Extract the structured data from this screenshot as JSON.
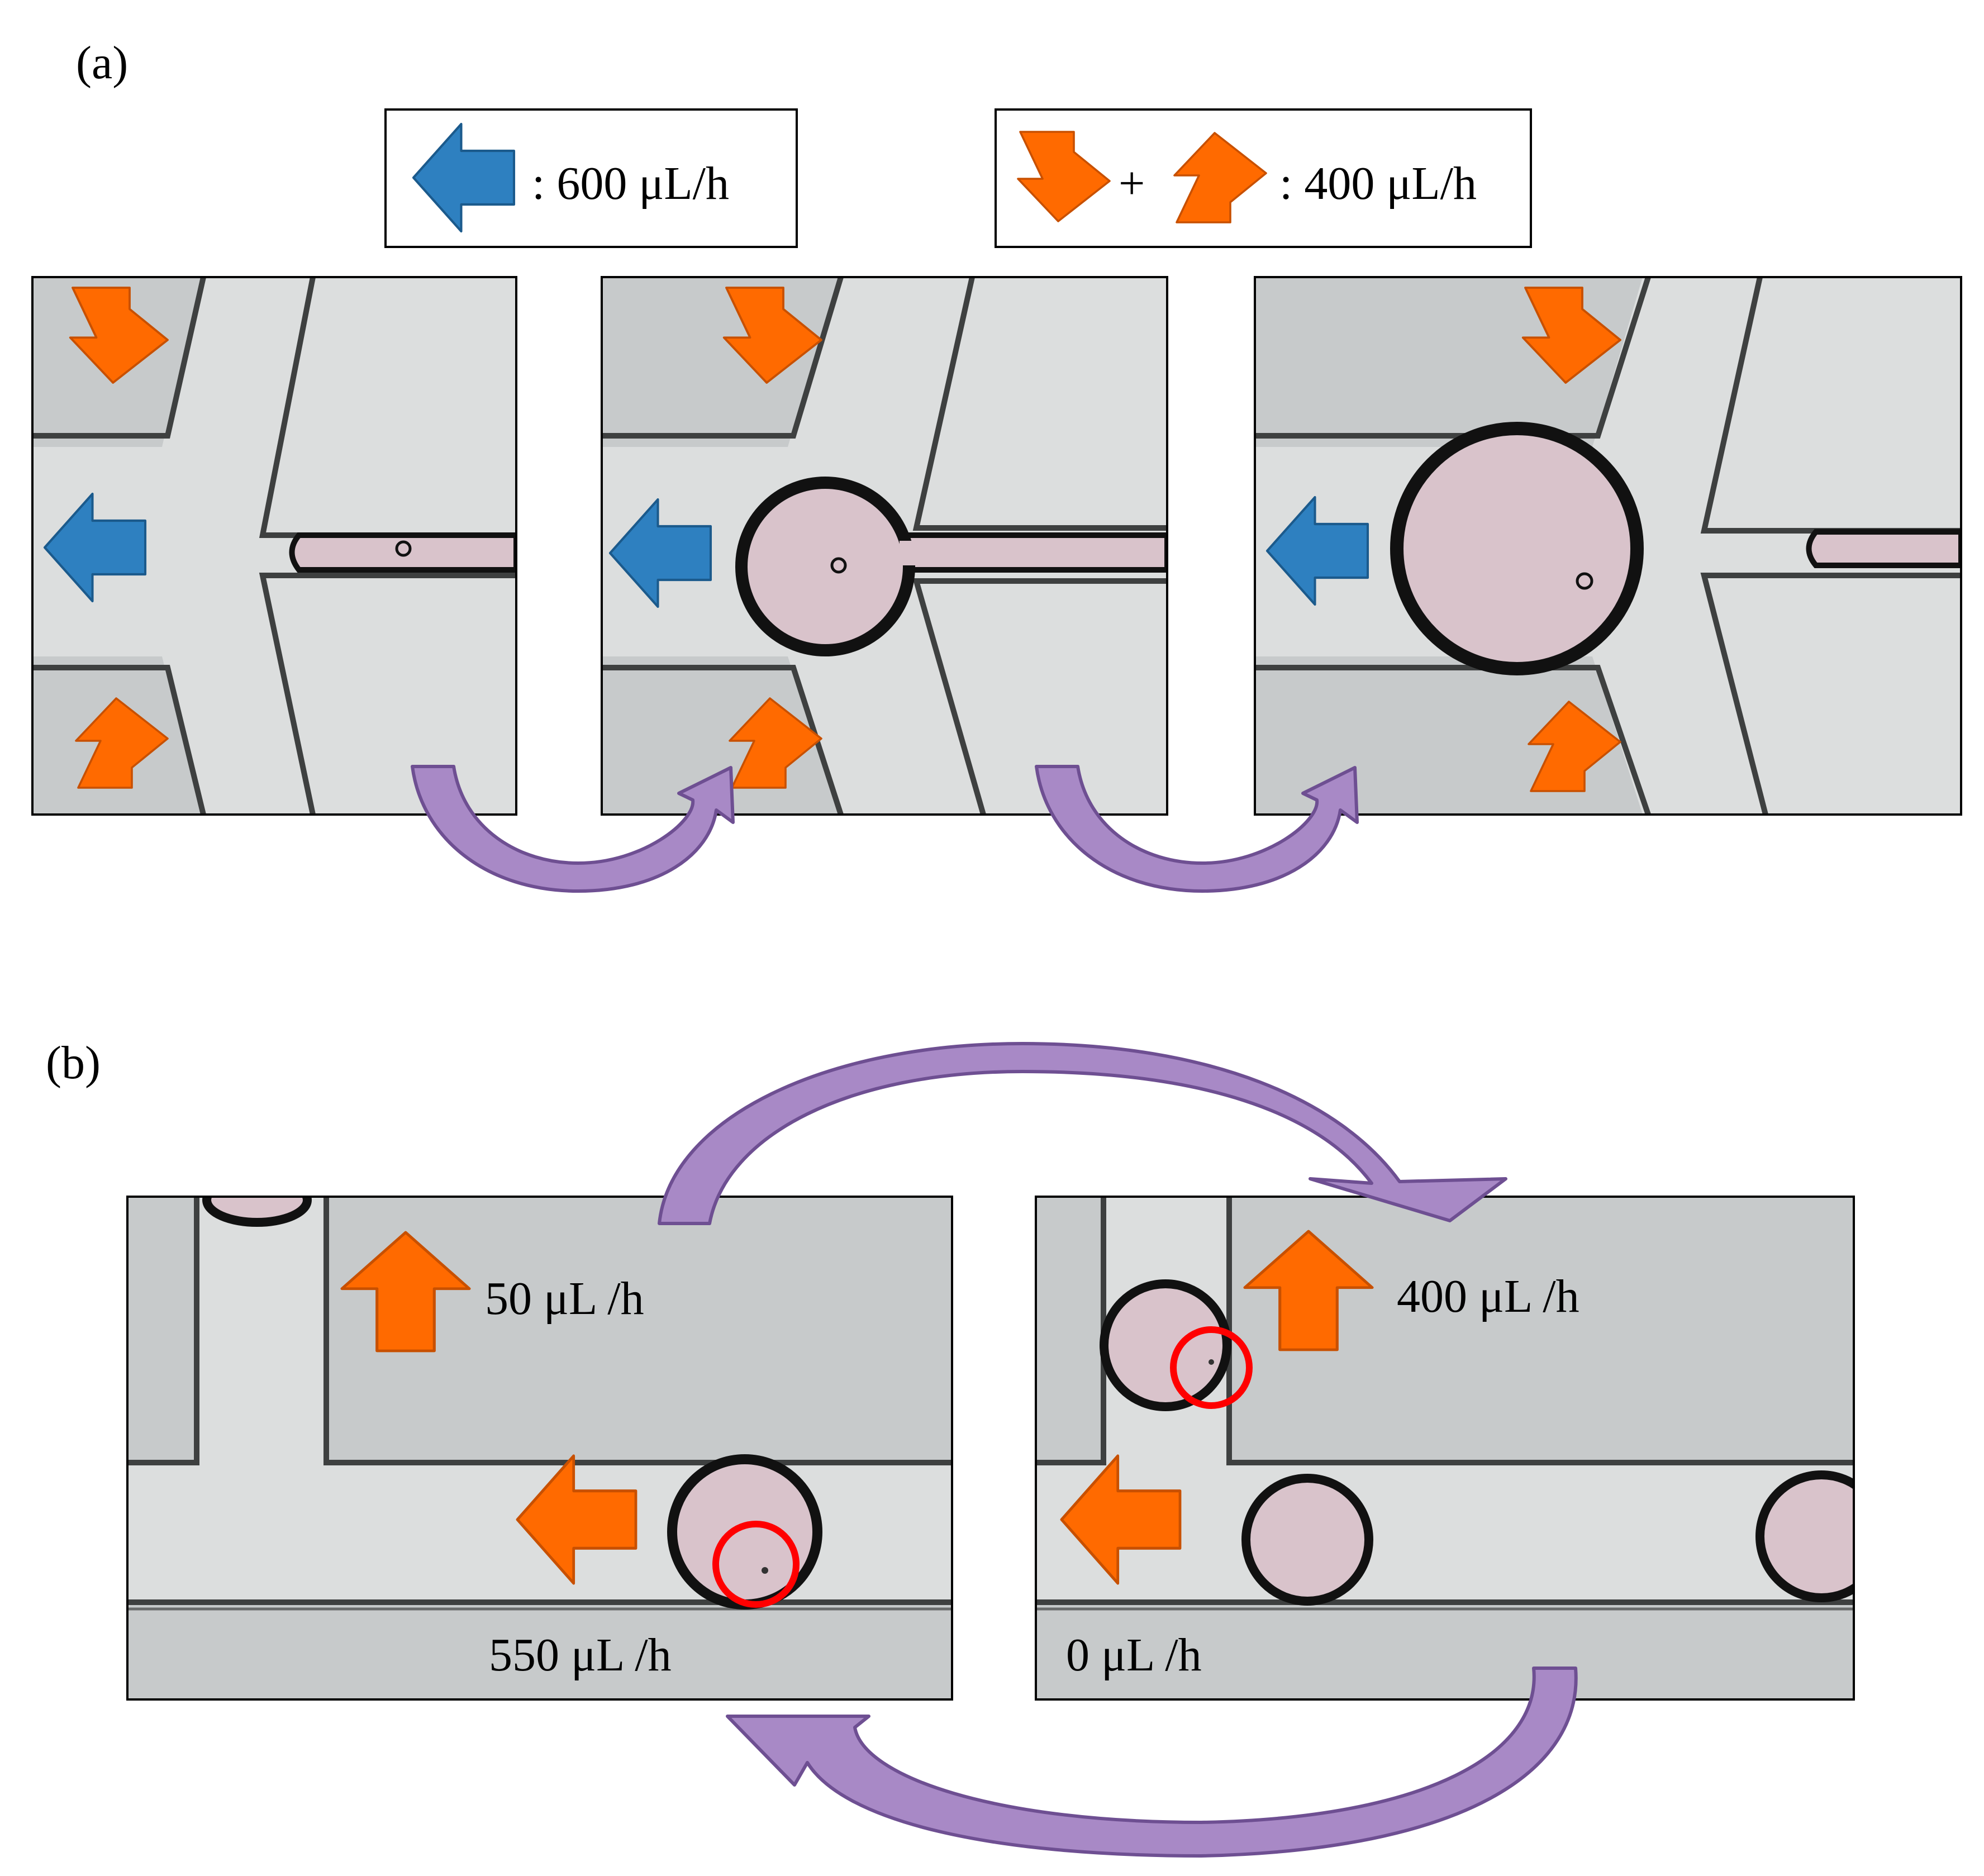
{
  "panel_a": {
    "label": "(a)",
    "legend_blue_text": ": 600 μL/h",
    "legend_orange_text": ": 400 μL/h",
    "legend_plus": "+"
  },
  "panel_b": {
    "label": "(b)",
    "left_top_flow": "50 μL /h",
    "left_bottom_flow": "550 μL /h",
    "right_top_flow": "400 μL /h",
    "right_bottom_flow": "0 μL /h"
  },
  "colors": {
    "orange_arrow": "#FF6A00",
    "orange_stroke": "#C85000",
    "blue_arrow": "#2E80C0",
    "blue_stroke": "#1B5A8C",
    "purple_arrow": "#A889C6",
    "purple_stroke": "#6E4F92",
    "marker_circle": "#FF0000",
    "microscope_bg": "#C7CACB",
    "droplet_fill": "#D9C3CB"
  }
}
